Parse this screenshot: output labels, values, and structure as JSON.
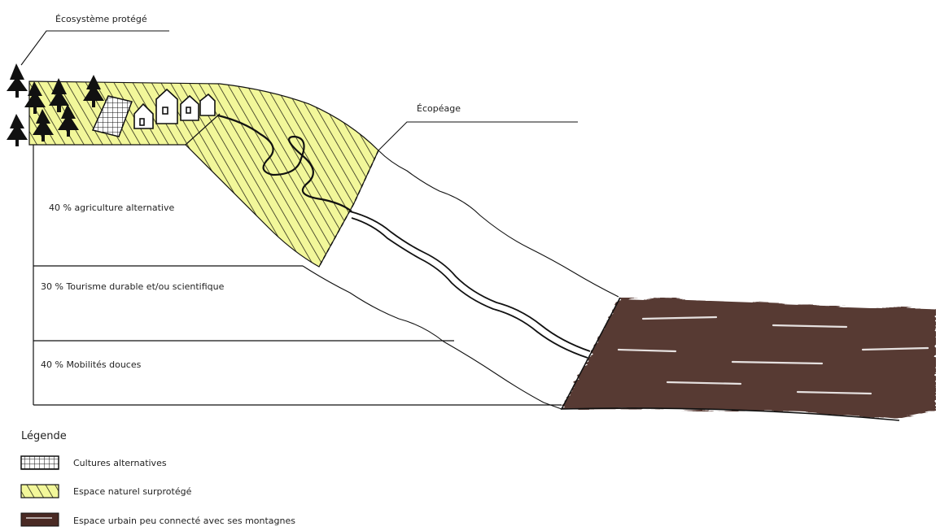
{
  "labels": {
    "ecosystem": "Écosystème protégé",
    "ecopeage": "Écopéage",
    "zone_agriculture": "40 % agriculture alternative",
    "zone_tourism": "30 % Tourisme durable et/ou scientifique",
    "zone_mobility": "40 % Mobilités douces"
  },
  "legend": {
    "title": "Légende",
    "items": [
      {
        "label": "Cultures alternatives",
        "swatch": "grid-pattern"
      },
      {
        "label": "Espace naturel surprotégé",
        "swatch": "yellow-hatch"
      },
      {
        "label": "Espace urbain peu connecté avec ses montagnes",
        "swatch": "brown-fill"
      }
    ]
  },
  "colors": {
    "natural_space": "#eef57a",
    "urban_space": "#4a2a24",
    "line": "#111111"
  }
}
